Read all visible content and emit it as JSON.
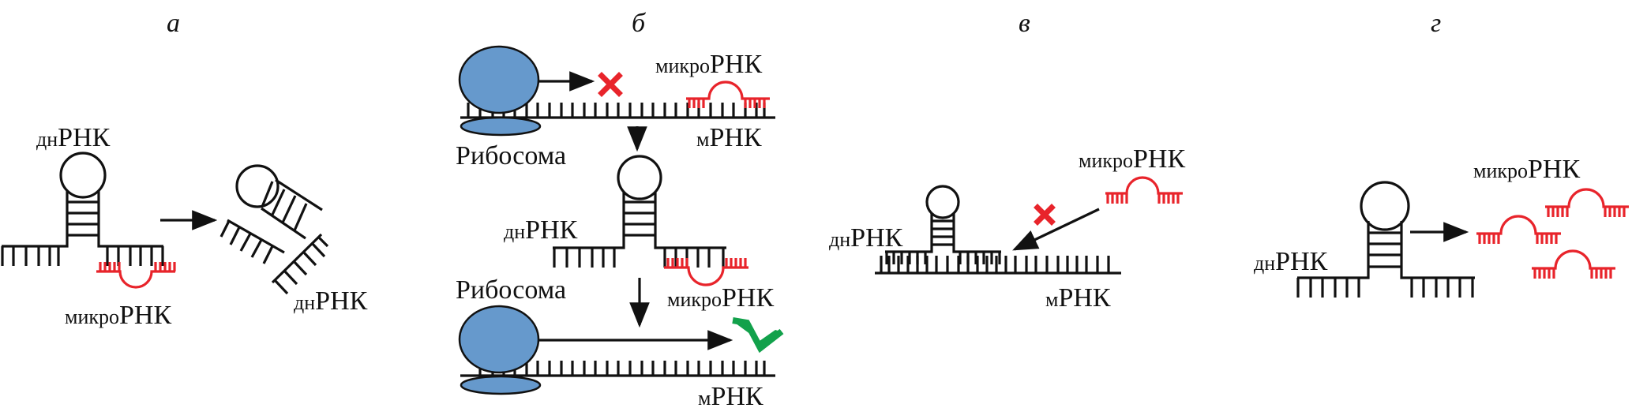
{
  "figure": {
    "panels": [
      {
        "id": "a",
        "letter": "а",
        "labels": {
          "dnrna_top": {
            "prefix": "дн",
            "main": "РНК"
          },
          "microrna": {
            "prefix": "микро",
            "main": "РНК"
          },
          "dnrna_bottom": {
            "prefix": "дн",
            "main": "РНК"
          }
        }
      },
      {
        "id": "b",
        "letter": "б",
        "labels": {
          "microrna_top": {
            "prefix": "микро",
            "main": "РНК"
          },
          "mrna_top": {
            "prefix": "м",
            "main": "РНК"
          },
          "ribosome_top": "Рибосома",
          "dnrna": {
            "prefix": "дн",
            "main": "РНК"
          },
          "ribosome_bottom": "Рибосома",
          "microrna_bottom": {
            "prefix": "микро",
            "main": "РНК"
          },
          "mrna_bottom": {
            "prefix": "м",
            "main": "РНК"
          }
        }
      },
      {
        "id": "c",
        "letter": "в",
        "labels": {
          "microrna": {
            "prefix": "микро",
            "main": "РНК"
          },
          "dnrna": {
            "prefix": "дн",
            "main": "РНК"
          },
          "mrna": {
            "prefix": "м",
            "main": "РНК"
          }
        }
      },
      {
        "id": "d",
        "letter": "г",
        "labels": {
          "microrna": {
            "prefix": "микро",
            "main": "РНК"
          },
          "dnrna": {
            "prefix": "дн",
            "main": "РНК"
          }
        }
      }
    ],
    "colors": {
      "ribosome": "#6699cc",
      "microrna": "#e8242b",
      "blocked_mark": "#e8242b",
      "ok_mark": "#12a14b",
      "strand": "#111111"
    },
    "symbols": {
      "blocked": "red-x-icon",
      "allowed": "green-check-icon"
    }
  }
}
